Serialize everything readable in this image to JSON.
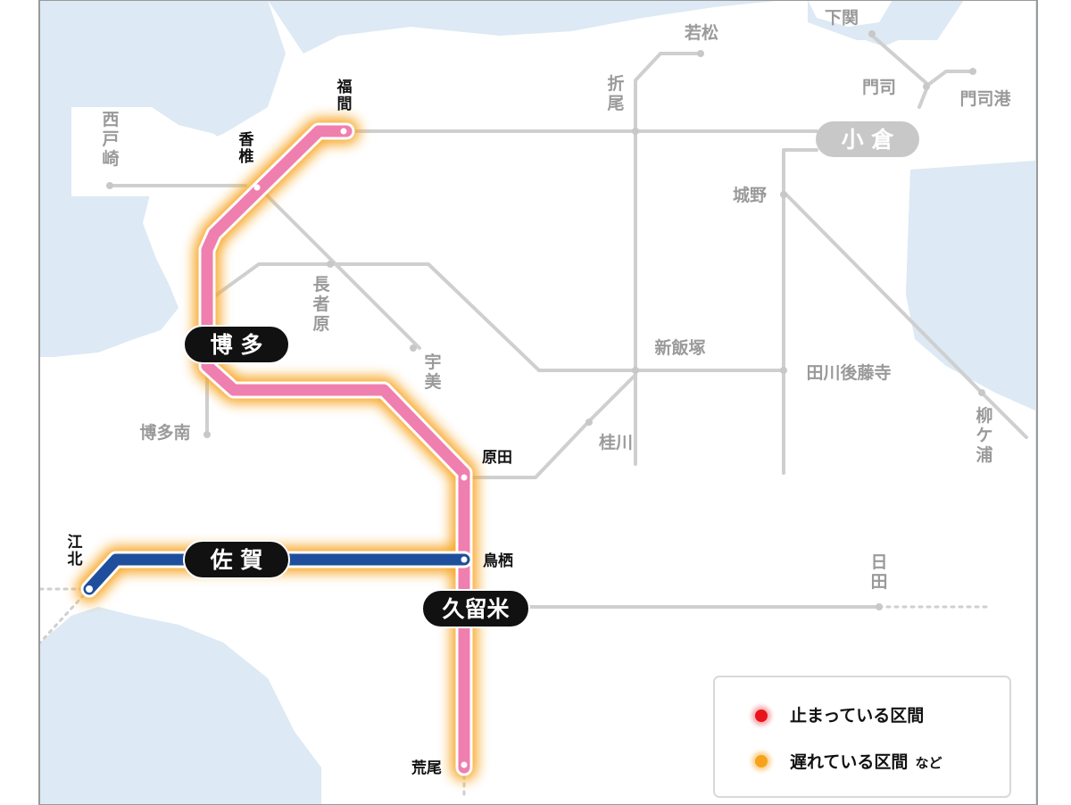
{
  "map": {
    "colors": {
      "sea": "#dde9f4",
      "land": "#ffffff",
      "inactive_line": "#cfcfcf",
      "active_line": "#ef7fae",
      "active_line_blue": "#1f4f9c",
      "glow": "#f7a21a",
      "pill_bg": "#111111",
      "stopped": "#e8141b",
      "delayed": "#f7a21a"
    },
    "stations": {
      "fukuoka": "福\n間",
      "kashii": "香\n椎",
      "hakata": "博 多",
      "harada": "原田",
      "tosu": "鳥栖",
      "kurume": "久留米",
      "arao": "荒尾",
      "saga": "佐 賀",
      "kohoku": "江\n北",
      "kokura": "小 倉",
      "shimonoseki": "下関",
      "moji": "門司",
      "mojiko": "門司港",
      "wakamatsu": "若松",
      "orio": "折\n尾",
      "jono": "城野",
      "nishitozaki": "西\n戸\n崎",
      "chojabaru": "長\n者\n原",
      "umi": "宇\n美",
      "shiniizuka": "新飯塚",
      "tagawagotoji": "田川後藤寺",
      "keisen": "桂川",
      "hakataminami": "博多南",
      "yanagigaura": "柳\nケ\n浦",
      "hita": "日\n田"
    },
    "legend": {
      "stopped_label": "止まっている区間",
      "delayed_label": "遅れている区間",
      "delayed_suffix": "など"
    }
  }
}
